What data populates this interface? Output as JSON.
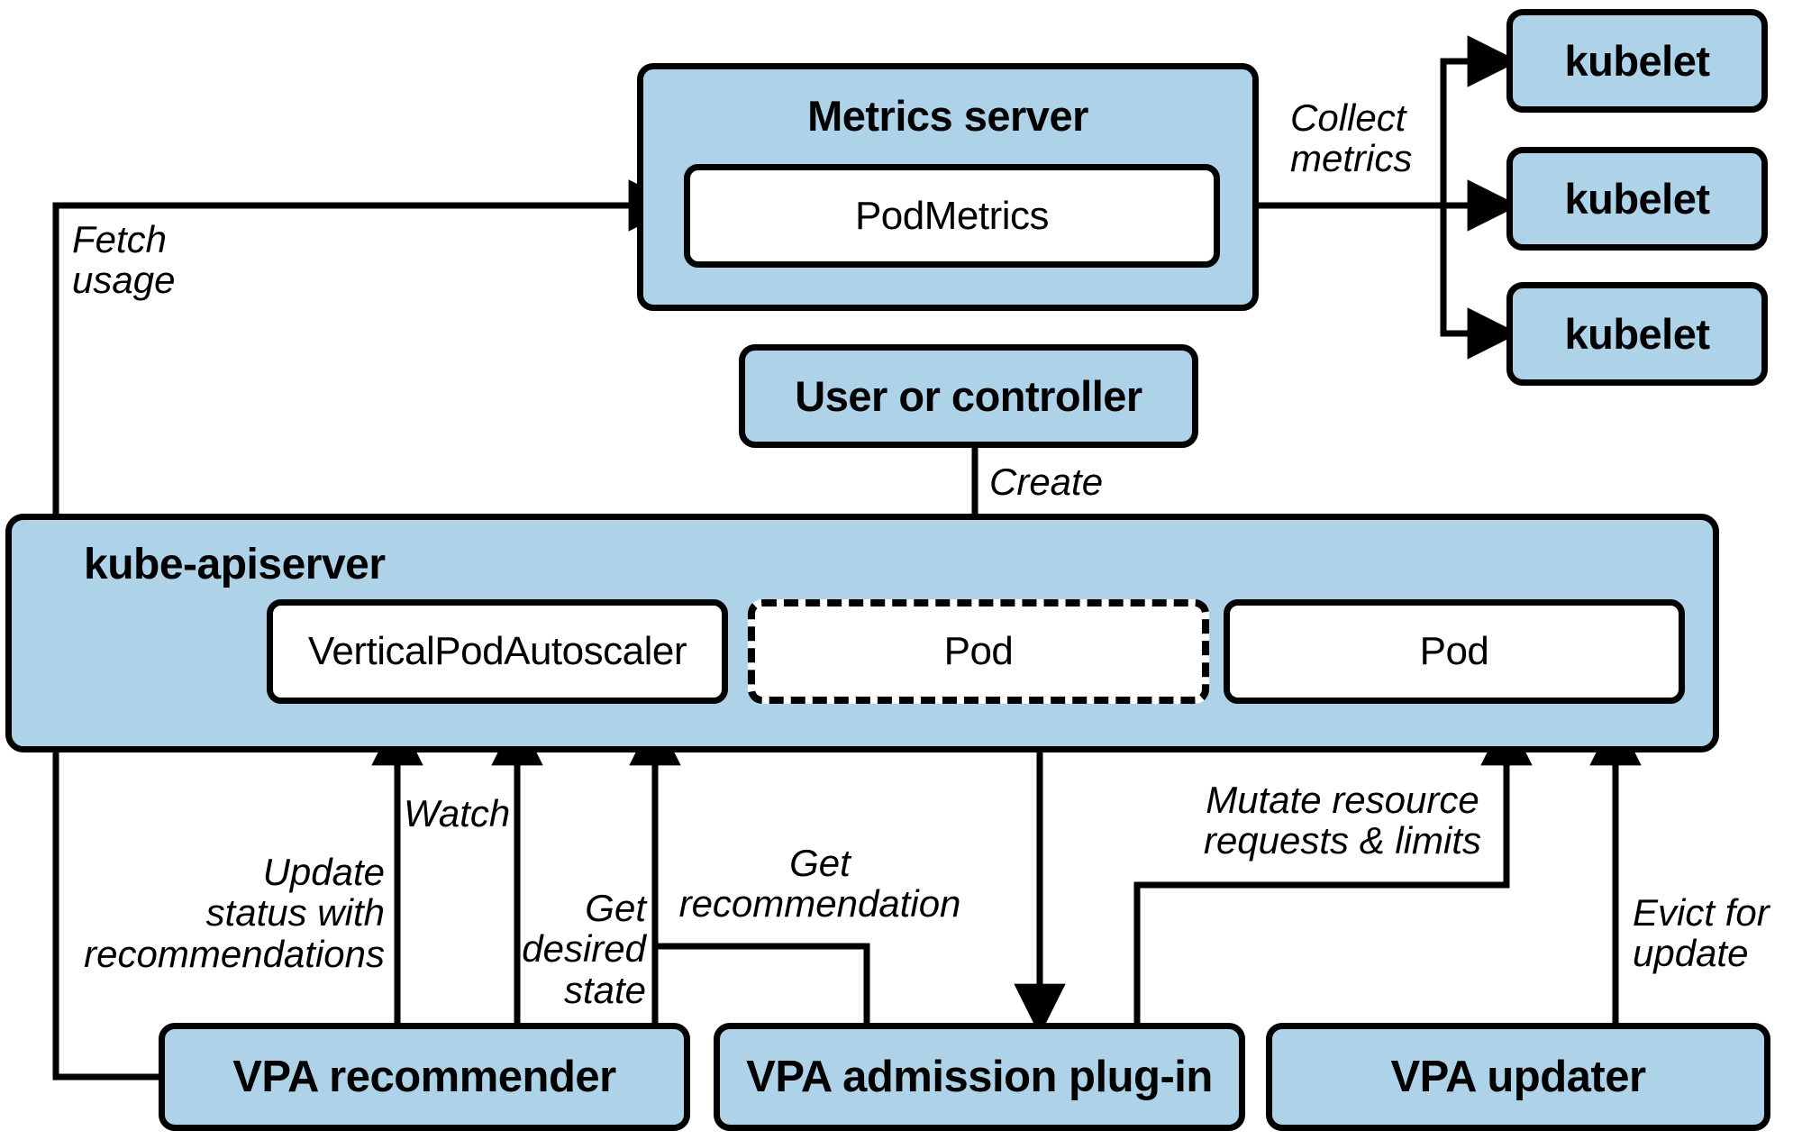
{
  "diagram": {
    "title": "Kubernetes Vertical Pod Autoscaler (VPA) architecture",
    "accent_fill": "#aed2e8",
    "stroke": "#000000",
    "background": "#ffffff"
  },
  "nodes": {
    "metrics_server": {
      "label": "Metrics server",
      "style": "filled",
      "child": {
        "label": "PodMetrics",
        "style": "white"
      }
    },
    "kubelets": [
      {
        "label": "kubelet",
        "style": "filled"
      },
      {
        "label": "kubelet",
        "style": "filled"
      },
      {
        "label": "kubelet",
        "style": "filled"
      }
    ],
    "user_or_controller": {
      "label": "User or controller",
      "style": "filled"
    },
    "kube_apiserver": {
      "label": "kube-apiserver",
      "style": "filled",
      "children": [
        {
          "label": "VerticalPodAutoscaler",
          "style": "white"
        },
        {
          "label": "Pod",
          "style": "dashed"
        },
        {
          "label": "Pod",
          "style": "white"
        }
      ]
    },
    "vpa_recommender": {
      "label": "VPA recommender",
      "style": "filled"
    },
    "vpa_admission_plugin": {
      "label": "VPA admission plug-in",
      "style": "filled"
    },
    "vpa_updater": {
      "label": "VPA updater",
      "style": "filled"
    }
  },
  "edge_labels": {
    "fetch_usage": "Fetch\nusage",
    "collect_metrics": "Collect\nmetrics",
    "create": "Create",
    "watch": "Watch",
    "update_status": "Update\nstatus with\nrecommendations",
    "get_desired_state": "Get\ndesired\nstate",
    "get_recommendation": "Get\nrecommendation",
    "mutate_requests_limits": "Mutate resource\nrequests & limits",
    "evict_for_update": "Evict for\nupdate"
  }
}
